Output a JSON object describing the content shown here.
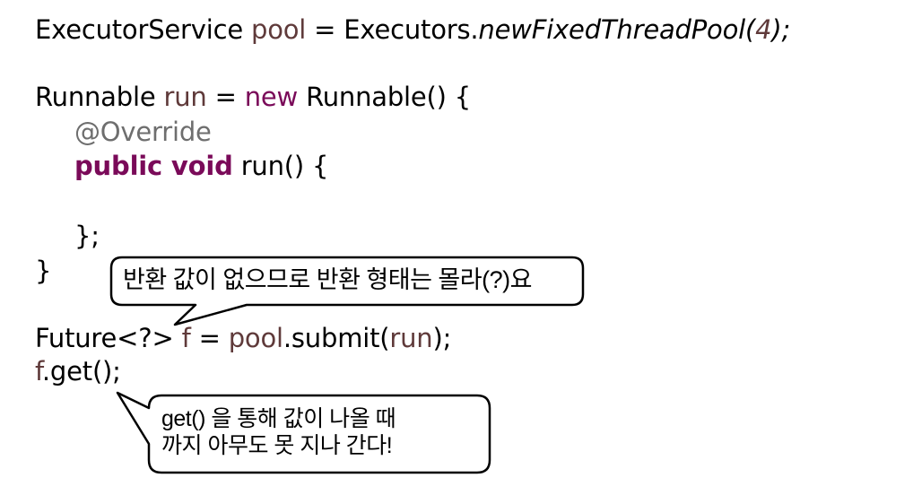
{
  "code": {
    "line1": {
      "type": "ExecutorService ",
      "var": "pool",
      "eq": " = Executors.",
      "method": "newFixedThreadPool(",
      "arg": "4",
      "end": ");"
    },
    "line2": {
      "type": "Runnable ",
      "var": "run",
      "eq": " = ",
      "kw": "new",
      "rest": " Runnable() {"
    },
    "line3": {
      "annotation": "@Override"
    },
    "line4": {
      "kw": "public void",
      "rest": " run() {"
    },
    "line5": {
      "text": "};"
    },
    "line6": {
      "text": "}"
    },
    "line7": {
      "type": "Future<?> ",
      "var": "f",
      "eq": " = ",
      "pool": "pool",
      "call": ".submit(",
      "arg": "run",
      "end": ");"
    },
    "line8": {
      "var": "f",
      "rest": ".get();"
    }
  },
  "callouts": {
    "c1": {
      "text": "반환 값이 없으므로 반환 형태는 몰라(?)요"
    },
    "c2": {
      "line1": "get() 을 통해 값이 나올 때",
      "line2": "까지 아무도 못 지나 간다!"
    }
  },
  "colors": {
    "variable": "#5f3a3a",
    "keyword": "#7a0a59",
    "annotation": "#6e6e6e",
    "text": "#000000"
  }
}
